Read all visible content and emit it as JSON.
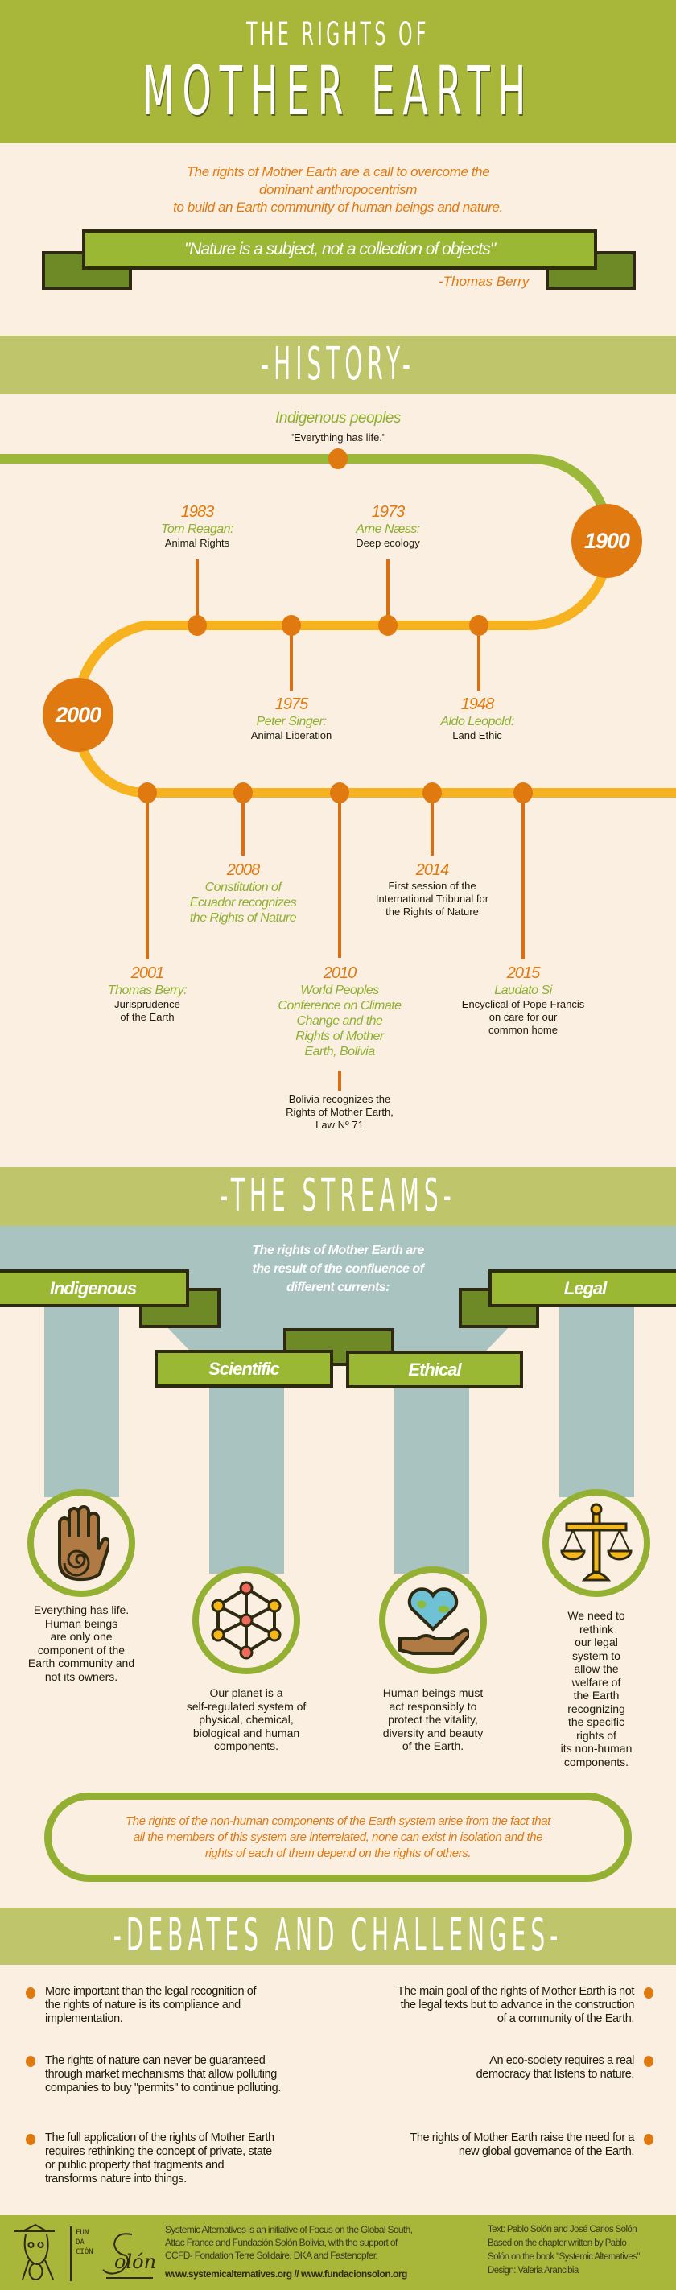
{
  "header": {
    "title_line1": "THE RIGHTS OF",
    "title_line2": "MOTHER EARTH"
  },
  "intro": "The rights of Mother Earth are a call to overcome the dominant anthropocentrism\nto build an Earth community of human beings and nature.",
  "quote": {
    "text": "\"Nature is a subject, not a collection of objects\"",
    "author": "-Thomas Berry"
  },
  "history": {
    "title": "-HISTORY-",
    "origin": {
      "title": "Indigenous peoples",
      "text": "\"Everything has life.\""
    },
    "milestones": [
      "1900",
      "2000"
    ],
    "events": [
      {
        "year": "1983",
        "who": "Tom Reagan:",
        "what": "Animal Rights"
      },
      {
        "year": "1973",
        "who": "Arne Næss:",
        "what": "Deep ecology"
      },
      {
        "year": "1975",
        "who": "Peter Singer:",
        "what": "Animal Liberation"
      },
      {
        "year": "1948",
        "who": "Aldo Leopold:",
        "what": "Land Ethic"
      },
      {
        "year": "2008",
        "who": "Constitution of\nEcuador recognizes\nthe Rights of Nature",
        "what": ""
      },
      {
        "year": "2014",
        "who": "",
        "what": "First session of the\nInternational Tribunal for\nthe Rights of Nature"
      },
      {
        "year": "2001",
        "who": "Thomas Berry:",
        "what": "Jurisprudence\nof the Earth"
      },
      {
        "year": "2010",
        "who": "World Peoples\nConference on Climate\nChange and the\nRights of Mother\nEarth, Bolivia",
        "what": "Bolivia recognizes the\nRights of Mother Earth,\nLaw Nº 71"
      },
      {
        "year": "2015",
        "who": "Laudato Si",
        "what": "Encyclical of Pope Francis\non care for our\ncommon home"
      }
    ]
  },
  "streams": {
    "title": "-THE STREAMS-",
    "intro": "The rights of Mother Earth are\nthe result of the confluence of\ndifferent currents:",
    "items": [
      {
        "label": "Indigenous",
        "icon": "hand-spiral-icon",
        "text": "Everything has life.\nHuman beings\nare only one\ncomponent of the\nEarth community and\nnot its owners."
      },
      {
        "label": "Scientific",
        "icon": "molecule-network-icon",
        "text": "Our planet is a\nself-regulated system of\nphysical, chemical,\nbiological and human\ncomponents."
      },
      {
        "label": "Ethical",
        "icon": "heart-earth-hand-icon",
        "text": "Human beings must\nact responsibly to\nprotect the vitality,\ndiversity and beauty\nof the Earth."
      },
      {
        "label": "Legal",
        "icon": "scales-icon",
        "text": "We need to rethink\nour legal system to\nallow the welfare of\nthe Earth recognizing\nthe specific rights of\nits non-human\ncomponents."
      }
    ],
    "conclusion": "The rights of the non-human components of the Earth system arise from the fact that\nall the members of this system are interrelated, none can exist in isolation and the\nrights of each of them depend on the rights of others."
  },
  "debates": {
    "title": "-DEBATES AND CHALLENGES-",
    "left": [
      "More important than the legal recognition of\nthe rights of nature is its compliance and\nimplementation.",
      "The rights of nature can never be guaranteed\nthrough market mechanisms that allow polluting\ncompanies to buy \"permits\" to continue polluting.",
      "The full application of the rights of Mother Earth\nrequires rethinking the concept of private, state\nor public property that fragments and\ntransforms nature into things."
    ],
    "right": [
      "The main goal of the rights of Mother Earth is not\nthe legal texts but to advance in the construction\nof a community of the Earth.",
      "An eco-society requires a real\ndemocracy that listens to nature.",
      "The rights of Mother Earth raise the need for a\nnew global governance of the Earth."
    ]
  },
  "footer": {
    "logo_text": "FUN DA CIÓN Solón",
    "about": "Systemic Alternatives is an initiative of Focus on the Global South,\nAttac France and Fundación Solón Bolivia, with the support of\nCCFD- Fondation Terre Solidaire, DKA and Fastenopfer.",
    "links": "www.systemicalternatives.org // www.fundacionsolon.org",
    "credits": "Text: Pablo Solón and José Carlos Solón\nBased on the chapter written by Pablo\nSolón on the book \"Systemic Alternatives\"\nDesign: Valeria Arancibia"
  },
  "colors": {
    "header": "#a8b63a",
    "band": "#bfc56a",
    "orange": "#e07a10",
    "green_text": "#8fb030",
    "timeline_yellow": "#f7b21f",
    "stream_blue": "#a9c3c0"
  }
}
